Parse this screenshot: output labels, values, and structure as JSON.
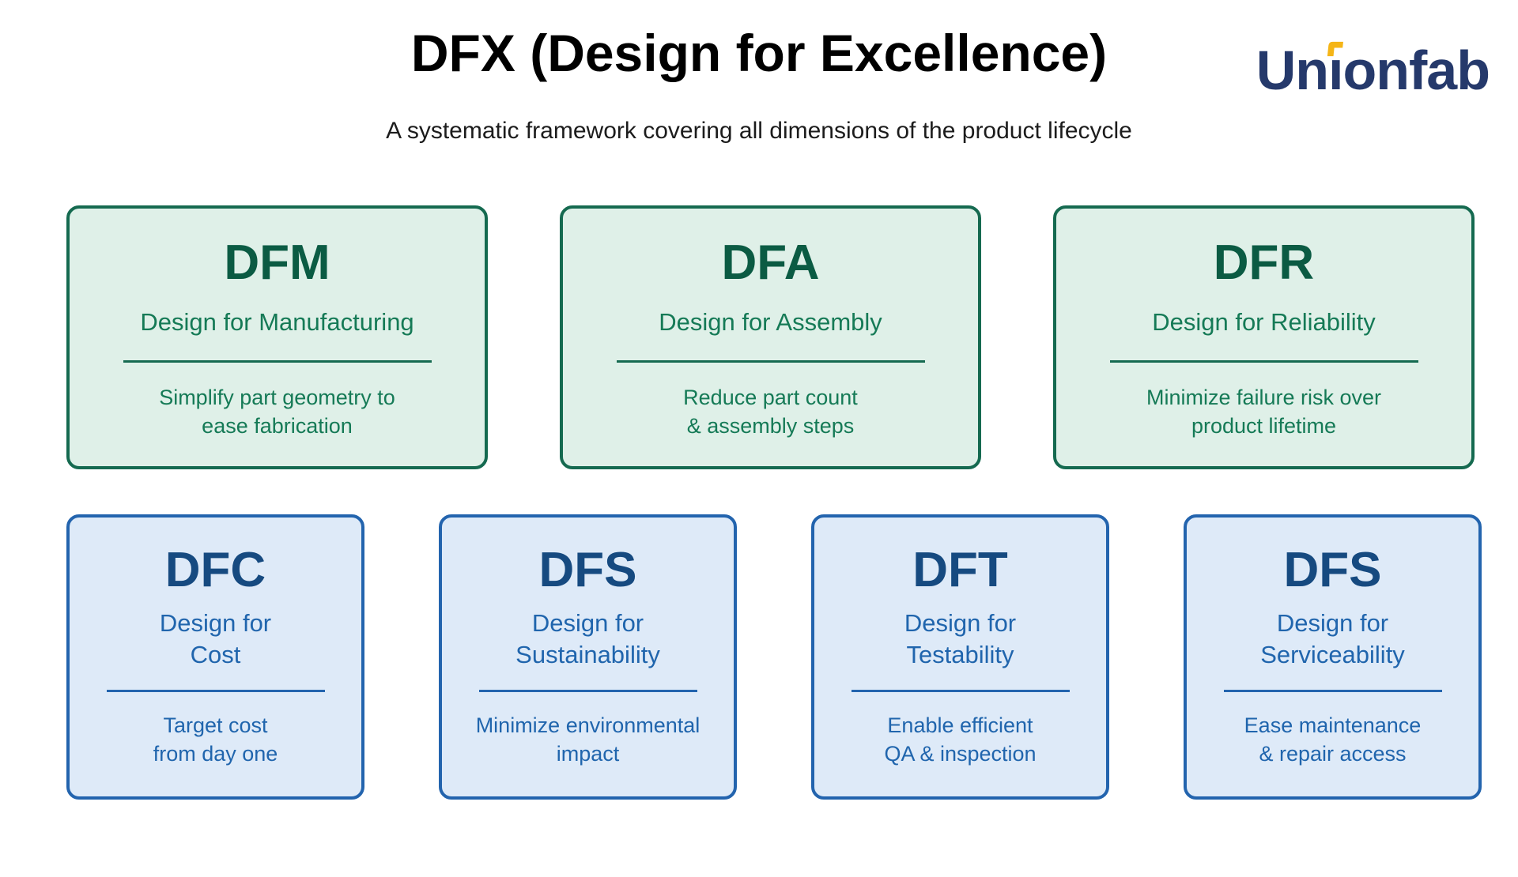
{
  "header": {
    "title": "DFX (Design for Excellence)",
    "subtitle": "A systematic framework covering all dimensions of the product lifecycle",
    "logo": {
      "name": "Unionfab",
      "seg_pre": "Un",
      "seg_i": "ı",
      "seg_post": "onfab"
    }
  },
  "colors": {
    "green_card_bg": "#DFF0E8",
    "green_card_border": "#156A50",
    "green_acronym": "#0B5B43",
    "green_text": "#157A56",
    "blue_card_bg": "#DEEAF8",
    "blue_card_border": "#2364AE",
    "blue_acronym": "#164A80",
    "blue_text": "#2065AD",
    "logo_navy": "#25396B",
    "logo_accent_yellow": "#F5B517",
    "title_black": "#000000"
  },
  "rows": [
    {
      "theme": "green",
      "cards": [
        {
          "acronym": "DFM",
          "name": "Design for Manufacturing",
          "description": "Simplify part geometry to\nease fabrication"
        },
        {
          "acronym": "DFA",
          "name": "Design for Assembly",
          "description": "Reduce part count\n& assembly steps"
        },
        {
          "acronym": "DFR",
          "name": "Design for Reliability",
          "description": "Minimize failure risk over\nproduct lifetime"
        }
      ]
    },
    {
      "theme": "blue",
      "cards": [
        {
          "acronym": "DFC",
          "name": "Design for\nCost",
          "description": "Target cost\nfrom day one"
        },
        {
          "acronym": "DFS",
          "name": "Design for\nSustainability",
          "description": "Minimize environmental\nimpact"
        },
        {
          "acronym": "DFT",
          "name": "Design for\nTestability",
          "description": "Enable efficient\nQA & inspection"
        },
        {
          "acronym": "DFS",
          "name": "Design for\nServiceability",
          "description": "Ease maintenance\n& repair access"
        }
      ]
    }
  ]
}
